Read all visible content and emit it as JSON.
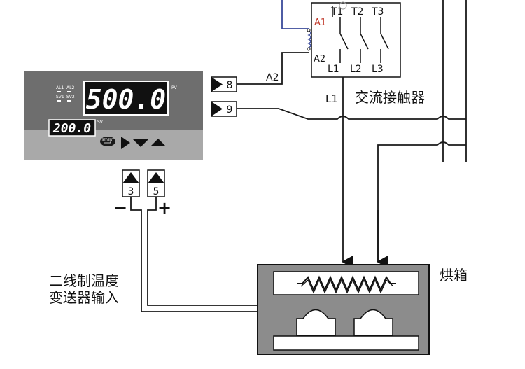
{
  "controller": {
    "pv_display": "500.0",
    "sv_display": "200.0",
    "pv_tag": "PV",
    "sv_tag": "SV",
    "indicators": [
      "AL1",
      "AL2",
      "SV1",
      "SV2"
    ],
    "set_button": "SET/ENT"
  },
  "terminals": {
    "t8": "8",
    "t9": "9",
    "t3": "3",
    "t5": "5",
    "minus": "−",
    "plus": "+"
  },
  "contactor": {
    "coil_a1": "A1",
    "coil_a2": "A2",
    "t1": "T1",
    "t2": "T2",
    "t3": "T3",
    "l1": "L1",
    "l2": "L2",
    "l3": "L3",
    "wire_a2": "A2",
    "wire_l1": "L1",
    "title": "交流接触器"
  },
  "oven": {
    "title": "烘箱"
  },
  "transmitter": {
    "line1": "二线制温度",
    "line2": "变送器输入"
  },
  "colors": {
    "panel_dark": "#6e6e6e",
    "panel_light": "#a9a9a9",
    "oven_fill": "#8c8c8c",
    "wire": "#1a1a1a",
    "coil": "#3a4a9a"
  }
}
